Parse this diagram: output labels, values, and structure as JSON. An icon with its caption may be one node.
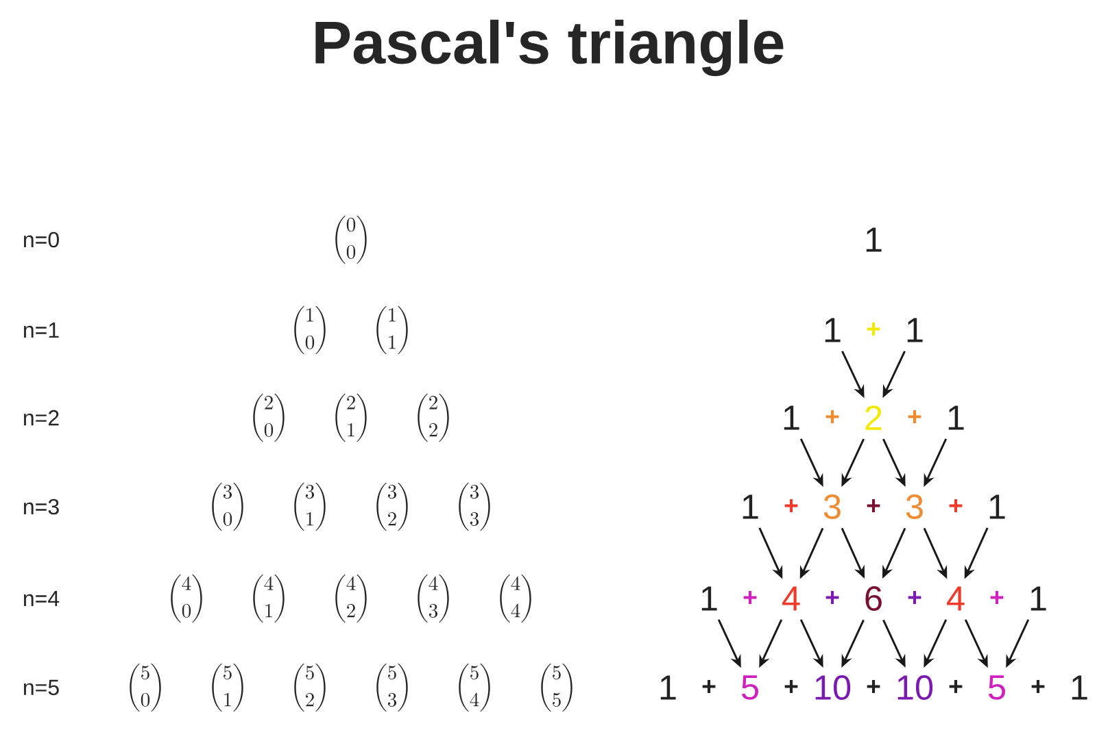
{
  "diagram": {
    "title": "Pascal's triangle",
    "nodes": [
      {
        "text": [
          "1"
        ]
      },
      {
        "text": [
          "1"
        ]
      },
      {
        "text": [
          "1"
        ]
      },
      {
        "text": [
          "1"
        ]
      },
      {
        "text": [
          "2"
        ]
      },
      {
        "text": [
          "1"
        ]
      },
      {
        "text": [
          "1"
        ]
      },
      {
        "text": [
          "3"
        ]
      },
      {
        "text": [
          "3"
        ]
      },
      {
        "text": [
          "1"
        ]
      },
      {
        "text": [
          "1"
        ]
      },
      {
        "text": [
          "4"
        ]
      },
      {
        "text": [
          "6"
        ]
      },
      {
        "text": [
          "4"
        ]
      },
      {
        "text": [
          "1"
        ]
      },
      {
        "text": [
          "1"
        ]
      },
      {
        "text": [
          "5"
        ]
      },
      {
        "text": [
          "10"
        ]
      },
      {
        "text": [
          "10"
        ]
      },
      {
        "text": [
          "5"
        ]
      },
      {
        "text": [
          "1"
        ]
      }
    ],
    "edges": [
      {
        "from": 1,
        "to": 4,
        "arrow": "to"
      },
      {
        "from": 2,
        "to": 4,
        "arrow": "to"
      },
      {
        "from": 3,
        "to": 7,
        "arrow": "to"
      },
      {
        "from": 4,
        "to": 7,
        "arrow": "to"
      },
      {
        "from": 4,
        "to": 8,
        "arrow": "to"
      },
      {
        "from": 5,
        "to": 8,
        "arrow": "to"
      },
      {
        "from": 6,
        "to": 11,
        "arrow": "to"
      },
      {
        "from": 7,
        "to": 11,
        "arrow": "to"
      },
      {
        "from": 7,
        "to": 12,
        "arrow": "to"
      },
      {
        "from": 8,
        "to": 12,
        "arrow": "to"
      },
      {
        "from": 8,
        "to": 13,
        "arrow": "to"
      },
      {
        "from": 9,
        "to": 13,
        "arrow": "to"
      },
      {
        "from": 10,
        "to": 16,
        "arrow": "to"
      },
      {
        "from": 11,
        "to": 16,
        "arrow": "to"
      },
      {
        "from": 11,
        "to": 17,
        "arrow": "to"
      },
      {
        "from": 12,
        "to": 17,
        "arrow": "to"
      },
      {
        "from": 12,
        "to": 18,
        "arrow": "to"
      },
      {
        "from": 13,
        "to": 18,
        "arrow": "to"
      },
      {
        "from": 13,
        "to": 19,
        "arrow": "to"
      },
      {
        "from": 14,
        "to": 19,
        "arrow": "to"
      }
    ],
    "labels": [
      "n=0",
      "\\binom{0}{0}",
      "n=1",
      "\\binom{1}{0}",
      "\\binom{1}{1}",
      "+",
      "n=2",
      "\\binom{2}{0}",
      "\\binom{2}{1}",
      "\\binom{2}{2}",
      "+",
      "+",
      "n=3",
      "\\binom{3}{0}",
      "\\binom{3}{1}",
      "\\binom{3}{2}",
      "\\binom{3}{3}",
      "+",
      "+",
      "+",
      "n=4",
      "\\binom{4}{0}",
      "\\binom{4}{1}",
      "\\binom{4}{2}",
      "\\binom{4}{3}",
      "\\binom{4}{4}",
      "+",
      "+",
      "+",
      "+",
      "n=5",
      "\\binom{5}{0}",
      "\\binom{5}{1}",
      "\\binom{5}{2}",
      "\\binom{5}{3}",
      "\\binom{5}{4}",
      "\\binom{5}{5}",
      "+",
      "+",
      "+",
      "+",
      "+"
    ]
  }
}
